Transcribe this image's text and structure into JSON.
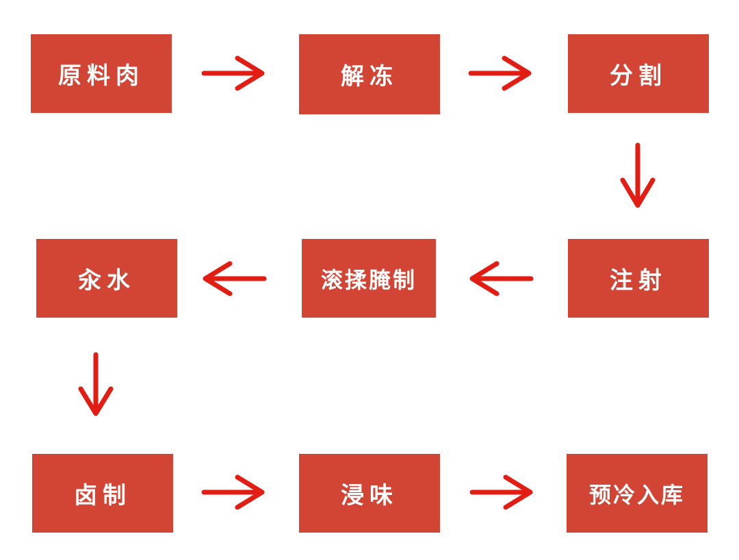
{
  "colors": {
    "box_fill": "#d24535",
    "arrow": "#e11d14",
    "text": "#ffffff"
  },
  "steps": [
    {
      "id": "raw-meat",
      "label": "原料肉"
    },
    {
      "id": "thaw",
      "label": "解冻"
    },
    {
      "id": "cut",
      "label": "分割"
    },
    {
      "id": "inject",
      "label": "注射"
    },
    {
      "id": "tumble",
      "label": "滚揉腌制"
    },
    {
      "id": "blanch",
      "label": "汆水"
    },
    {
      "id": "braise",
      "label": "卤制"
    },
    {
      "id": "soak",
      "label": "浸味"
    },
    {
      "id": "cool",
      "label": "预冷入库"
    }
  ],
  "edges": [
    [
      "raw-meat",
      "thaw"
    ],
    [
      "thaw",
      "cut"
    ],
    [
      "cut",
      "inject"
    ],
    [
      "inject",
      "tumble"
    ],
    [
      "tumble",
      "blanch"
    ],
    [
      "blanch",
      "braise"
    ],
    [
      "braise",
      "soak"
    ],
    [
      "soak",
      "cool"
    ]
  ]
}
